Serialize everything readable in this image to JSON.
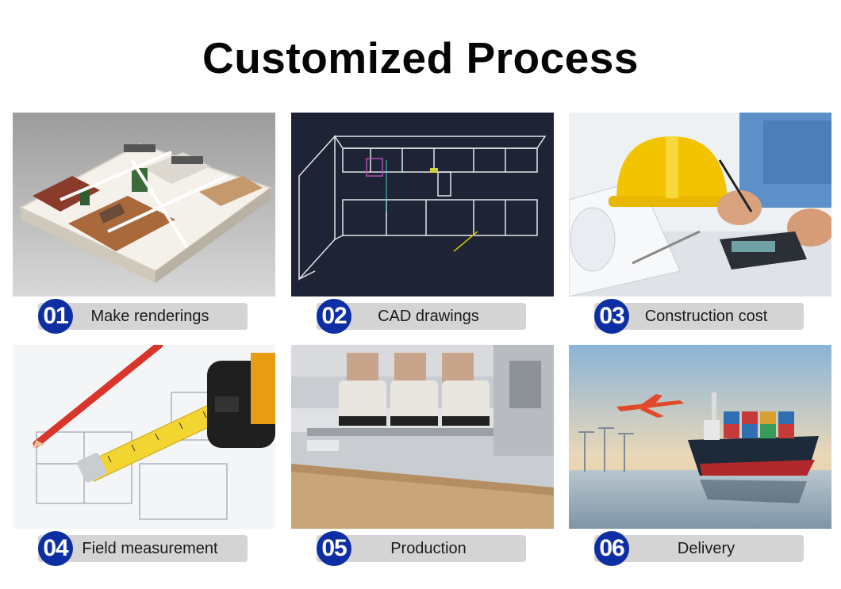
{
  "title": "Customized Process",
  "accent_color": "#0d2fa3",
  "label_background": "#d4d4d4",
  "steps": [
    {
      "number": "01",
      "label": "Make renderings",
      "image": "3d-floor-plan-rendering"
    },
    {
      "number": "02",
      "label": "CAD drawings",
      "image": "cad-cabinet-drawing"
    },
    {
      "number": "03",
      "label": "Construction cost",
      "image": "hard-hat-calculator-blueprints"
    },
    {
      "number": "04",
      "label": "Field measurement",
      "image": "tape-measure-pencil-plan"
    },
    {
      "number": "05",
      "label": "Production",
      "image": "cnc-machine-cutting-board"
    },
    {
      "number": "06",
      "label": "Delivery",
      "image": "cargo-ship-and-airplane"
    }
  ]
}
